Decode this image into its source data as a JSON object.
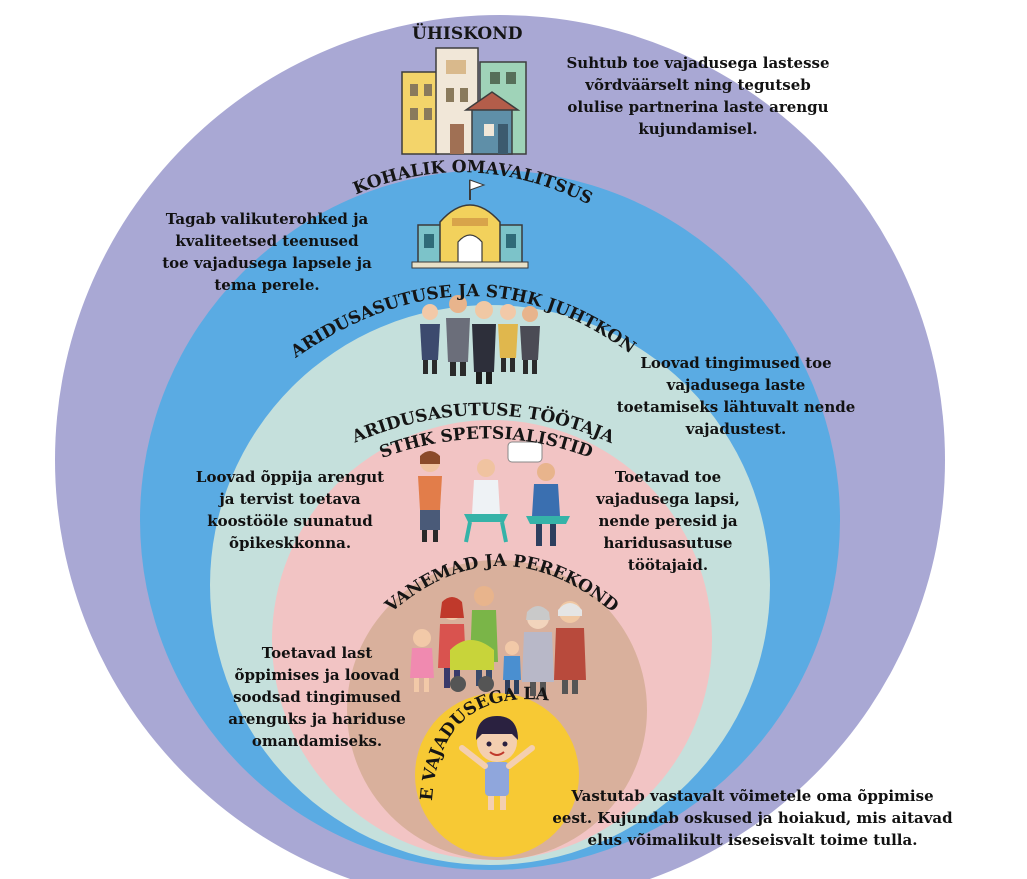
{
  "colors": {
    "society_ring": "#a9a8d4",
    "local_ring": "#5aabe3",
    "management_ring": "#c5e0dc",
    "staff_ring": "#f2c4c4",
    "family_ring": "#d9b09c",
    "child_circle": "#f7c934",
    "text": "#111111"
  },
  "levels": {
    "society": {
      "title": "ÜHISKOND",
      "description": "Suhtub toe vajadusega lastesse\nvõrdväärselt ning tegutseb\nolulise partnerina laste arengu\nkujundamisel.",
      "icon": "city-buildings-icon"
    },
    "local_government": {
      "title": "KOHALIK OMAVALITSUS",
      "description": "Tagab valikuterohked ja\nkvaliteetsed teenused\ntoe vajadusega lapsele ja\ntema perele.",
      "icon": "town-hall-icon"
    },
    "management": {
      "title": "HARIDUSASUTUSE JA STHK JUHTKOND",
      "description": "Loovad tingimused toe\nvajadusega laste\ntoetamiseks lähtuvalt nende\nvajadustest.",
      "icon": "management-team-icon"
    },
    "staff": {
      "title_line1": "HARIDUSASUTUSE TÖÖTAJAD",
      "title_line2": "STHK SPETSIALISTID",
      "description_left": "Loovad õppija arengut\nja tervist toetava\nkoostööle suunatud\nõpikeskkonna.",
      "description_right": "Toetavad toe\nvajadusega lapsi,\nnende peresid ja\nharidusasutuse\ntöötajaid.",
      "icon": "teacher-specialists-icon"
    },
    "family": {
      "title": "VANEMAD JA PEREKOND",
      "description": "Toetavad last\nõppimises ja loovad\nsoodsad tingimused\narenguks ja hariduse\nomandamiseks.",
      "icon": "family-icon"
    },
    "child": {
      "title": "TOE VAJADUSEGA LAPS",
      "description": "Vastutab vastavalt võimetele oma õppimise\neest. Kujundab oskused ja hoiakud, mis aitavad\nelus võimalikult iseseisvalt toime tulla.",
      "icon": "child-icon"
    }
  }
}
